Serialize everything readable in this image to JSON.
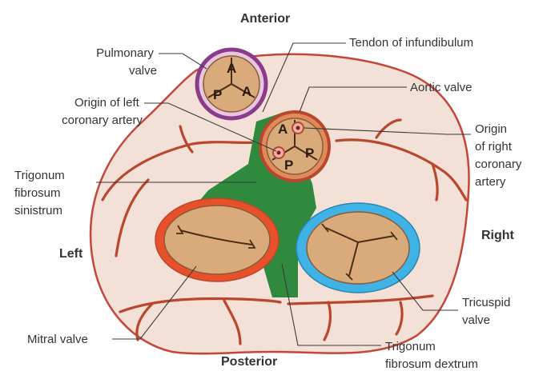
{
  "orientation": {
    "anterior": "Anterior",
    "posterior": "Posterior",
    "left": "Left",
    "right": "Right"
  },
  "labels": {
    "pulmonary_valve": [
      "Pulmonary",
      "valve"
    ],
    "tendon_infundibulum": "Tendon of infundibulum",
    "aortic_valve": "Aortic valve",
    "origin_left_coronary": [
      "Origin of left",
      "coronary artery"
    ],
    "origin_right_coronary": [
      "Origin",
      "of right",
      "coronary",
      "artery"
    ],
    "trigonum_sinistrum": [
      "Trigonum",
      "fibrosum",
      "sinistrum"
    ],
    "mitral_valve": "Mitral valve",
    "tricuspid_valve": [
      "Tricuspid",
      "valve"
    ],
    "trigonum_dextrum": [
      "Trigonum",
      "fibrosum dextrum"
    ]
  },
  "cusps": {
    "pulmonary": [
      "A",
      "P",
      "A"
    ],
    "aortic": [
      "A",
      "P",
      "P"
    ]
  },
  "colors": {
    "heart_fill": "#f3e0d6",
    "artery": "#b8472e",
    "trigone": "#2f8a3e",
    "mitral_ring": "#e8502a",
    "tricuspid_ring": "#3fb3e6",
    "valve_fill": "#d9ab7a",
    "pulmonary_ring": "#8a3c8c"
  }
}
